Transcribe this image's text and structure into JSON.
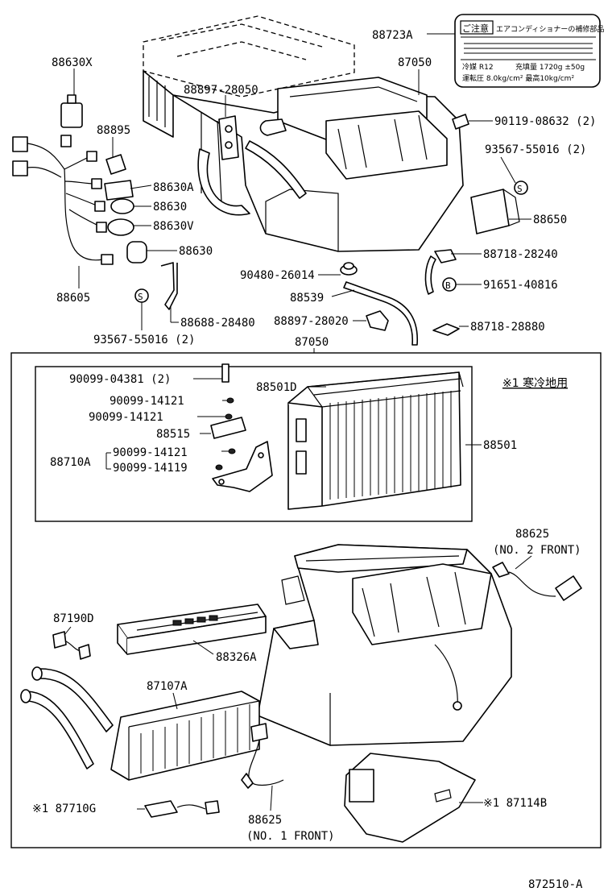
{
  "diagram_id": "872510-A",
  "labels": {
    "l88723A": "88723A",
    "l87050_top": "87050",
    "l88630X": "88630X",
    "l88897_28050": "88897-28050",
    "l90119": "90119-08632 (2)",
    "l88895": "88895",
    "l93567_top": "93567-55016 (2)",
    "l88630A": "88630A",
    "l88630_a": "88630",
    "l88630V": "88630V",
    "l88650": "88650",
    "l88630_b": "88630",
    "l88718_28240": "88718-28240",
    "l90480": "90480-26014",
    "l88605": "88605",
    "l88539": "88539",
    "l91651": "91651-40816",
    "l88688": "88688-28480",
    "l88897_28020": "88897-28020",
    "l93567_bottom": "93567-55016 (2)",
    "l88718_28880": "88718-28880",
    "l87050_mid": "87050",
    "l90099_04381": "90099-04381 (2)",
    "l88501D": "88501D",
    "l_cold_region": "※1 寒冷地用",
    "l90099_14121_a": "90099-14121",
    "l90099_14121_b": "90099-14121",
    "l88515": "88515",
    "l88501": "88501",
    "l88710A": "88710A",
    "l90099_14121_c": "90099-14121",
    "l90099_14119": "90099-14119",
    "l88625_top": "88625",
    "l88625_top_note": "(NO. 2  FRONT)",
    "l87190D": "87190D",
    "l88326A": "88326A",
    "l87107A": "87107A",
    "l87710G": "※1 87710G",
    "l87114B": "※1 87114B",
    "l88625_bottom": "88625",
    "l88625_bottom_note": "(NO. 1  FRONT)"
  },
  "caution_label": {
    "title": "ご注意",
    "subtitle": "エアコンディショナーの補修部品",
    "refrigerant": "冷媒 R12",
    "amount": "充填量 1720g ±50g",
    "pressure": "運転圧 8.0kg/cm² 最高10kg/cm²"
  },
  "bolt_markers": {
    "s1": "S",
    "s2": "S",
    "b1": "B"
  }
}
